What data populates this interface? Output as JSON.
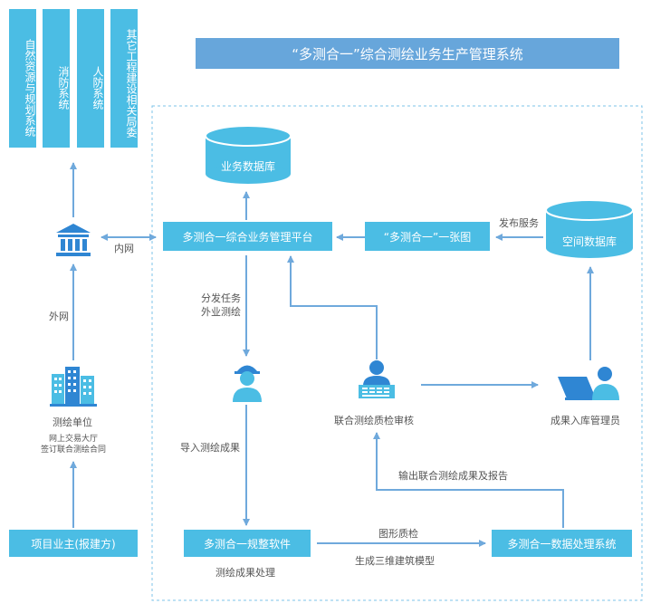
{
  "title": "“多测合一”综合测绘业务生产管理系统",
  "agencies": [
    "自然资源与规划系统",
    "消防系统",
    "人防系统",
    "其它工程建设相关局委"
  ],
  "boxes": {
    "platform": "多测合一综合业务管理平台",
    "one_map": "“多测合一”一张图",
    "software": "多测合一规整软件",
    "processing": "多测合一数据处理系统",
    "owner": "项目业主(报建方)"
  },
  "databases": {
    "business": "业务数据库",
    "spatial": "空间数据库"
  },
  "labels": {
    "intranet": "内网",
    "extranet": "外网",
    "publish": "发布服务",
    "dispatch_1": "分发任务",
    "dispatch_2": "外业测绘",
    "import": "导入测绘成果",
    "inspection": "联合测绘质检审核",
    "archive_admin": "成果入库管理员",
    "output": "输出联合测绘成果及报告",
    "graphic_check": "图形质检",
    "model_3d": "生成三维建筑模型",
    "result_processing": "测绘成果处理",
    "survey_unit": "测绘单位",
    "survey_unit_sub_1": "网上交易大厅",
    "survey_unit_sub_2": "签订联合测绘合同"
  },
  "colors": {
    "box": "#4bbde4",
    "title": "#67a6db",
    "arrow": "#6fa9dc",
    "dashed": "#7ec3e8"
  }
}
